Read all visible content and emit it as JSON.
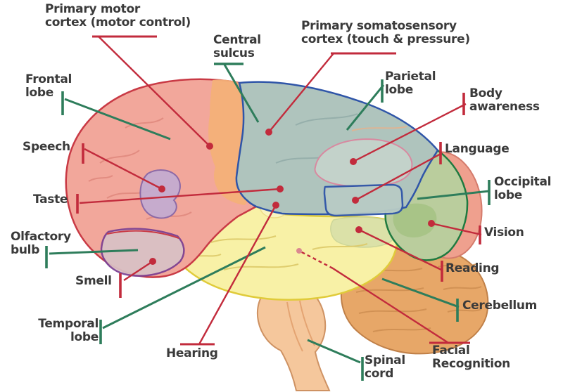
{
  "colors": {
    "background": "#FFFFFF",
    "label_text": "#3A3A3A",
    "leader_red": "#C22B3C",
    "leader_green": "#2E7D5B",
    "frontal": "#F2A79B",
    "frontal_stroke": "#C93A45",
    "motor_strip": "#F3B078",
    "parietal": "#AFC4BD",
    "parietal_stroke": "#2F55A8",
    "assoc_patch": "#C3D2CA",
    "assoc_patch_stroke": "#D889A0",
    "wernicke": "#B8CBC5",
    "angular_patch": "#D8E0A9",
    "occipital": "#BACD9D",
    "occipital_stroke": "#1F7A40",
    "occipital_inner": "#A6C386",
    "occipital_rim": "#EFA08E",
    "occipital_rim_stroke": "#D47B6C",
    "temporal": "#F8F1A6",
    "temporal_stroke": "#E0CB3A",
    "auditory_spot": "#FAF4BE",
    "cerebellum": "#E7A768",
    "cerebellum_stroke": "#C08048",
    "brainstem": "#F5C79C",
    "brainstem_stroke": "#CE9263",
    "broca": "#C3ACD2",
    "broca_stroke": "#8565A8",
    "orbital": "#D9C2C6",
    "orbital_stroke": "#7A3E92"
  },
  "labels": {
    "primary_motor": {
      "line1": "Primary motor",
      "line2": "cortex (motor control)"
    },
    "central_sulcus": {
      "line1": "Central",
      "line2": "sulcus"
    },
    "somatosensory": {
      "line1": "Primary somatosensory",
      "line2": "cortex (touch & pressure)"
    },
    "frontal_lobe": {
      "line1": "Frontal",
      "line2": "lobe"
    },
    "parietal_lobe": {
      "line1": "Parietal",
      "line2": "lobe"
    },
    "body_awareness": {
      "line1": "Body",
      "line2": "awareness"
    },
    "speech": {
      "line1": "Speech"
    },
    "language": {
      "line1": "Language"
    },
    "taste": {
      "line1": "Taste"
    },
    "occipital_lobe": {
      "line1": "Occipital",
      "line2": "lobe"
    },
    "olfactory_bulb": {
      "line1": "Olfactory",
      "line2": "bulb"
    },
    "vision": {
      "line1": "Vision"
    },
    "smell": {
      "line1": "Smell"
    },
    "reading": {
      "line1": "Reading"
    },
    "temporal_lobe": {
      "line1": "Temporal",
      "line2": "lobe"
    },
    "cerebellum": {
      "line1": "Cerebellum"
    },
    "hearing": {
      "line1": "Hearing"
    },
    "facial_recognition": {
      "line1": "Facial",
      "line2": "Recognition"
    },
    "spinal_cord": {
      "line1": "Spinal",
      "line2": "cord"
    }
  }
}
